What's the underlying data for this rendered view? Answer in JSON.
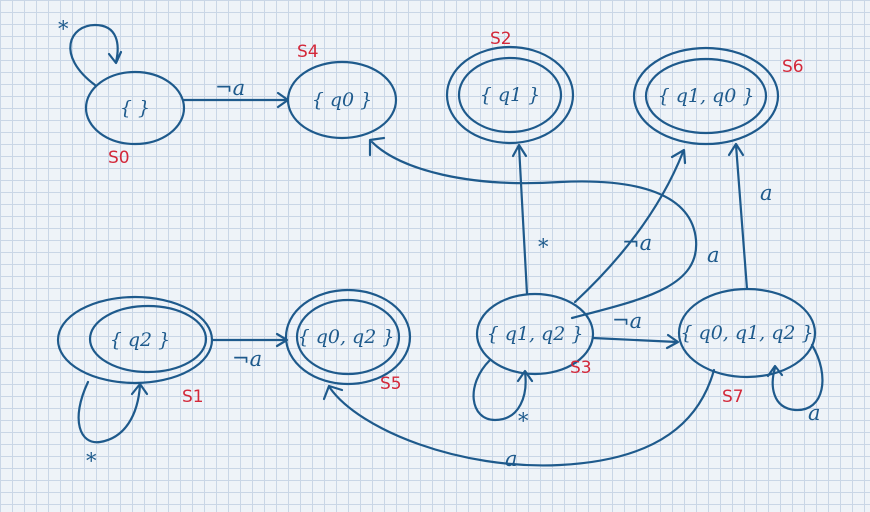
{
  "colors": {
    "ink": "#1e5a8c",
    "state_names": "#d3283a"
  },
  "states": [
    {
      "id": "s0",
      "name": "S0",
      "label": "{ }",
      "accepting": false
    },
    {
      "id": "s4",
      "name": "S4",
      "label": "{ q0 }",
      "accepting": false
    },
    {
      "id": "s2",
      "name": "S2",
      "label": "{ q1 }",
      "accepting": true
    },
    {
      "id": "s6",
      "name": "S6",
      "label": "{ q1, q0 }",
      "accepting": true
    },
    {
      "id": "s1",
      "name": "S1",
      "label": "{ q2 }",
      "accepting": true
    },
    {
      "id": "s5",
      "name": "S5",
      "label": "{ q0, q2 }",
      "accepting": true
    },
    {
      "id": "s3",
      "name": "S3",
      "label": "{ q1, q2 }",
      "accepting": false
    },
    {
      "id": "s7",
      "name": "S7",
      "label": "{ q0, q1, q2 }",
      "accepting": true
    }
  ],
  "edges": [
    {
      "id": "s0-loop",
      "label": "*"
    },
    {
      "id": "s0-s4",
      "label": "¬a"
    },
    {
      "id": "s1-loop",
      "label": "*"
    },
    {
      "id": "s1-s5",
      "label": "¬a"
    },
    {
      "id": "s3-loop",
      "label": "*"
    },
    {
      "id": "s3-s2",
      "label": "*"
    },
    {
      "id": "s3-s6",
      "label": "¬a"
    },
    {
      "id": "s3-s7",
      "label": "¬a"
    },
    {
      "id": "s3-s4",
      "label": "a"
    },
    {
      "id": "s7-s6",
      "label": "a"
    },
    {
      "id": "s7-loop",
      "label": "a"
    },
    {
      "id": "s7-s5",
      "label": "a"
    }
  ]
}
